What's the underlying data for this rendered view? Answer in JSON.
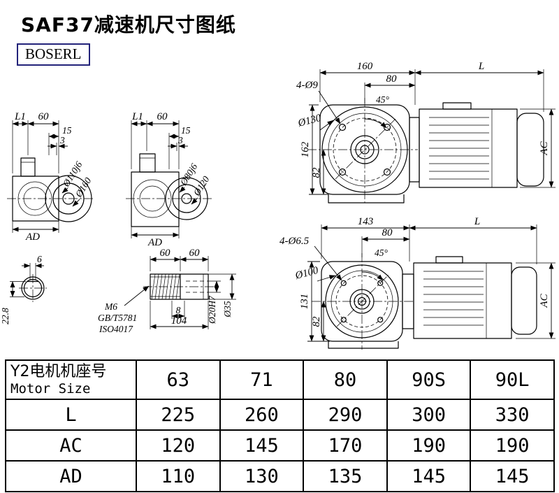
{
  "header": {
    "title": "SAF37减速机尺寸图纸",
    "logo": "BOSERL"
  },
  "views": {
    "side1": {
      "l1": "L1",
      "len60": "60",
      "len15": "15",
      "len3": "3",
      "bore": "Ø110j6",
      "flange": "Ø160",
      "ad": "AD"
    },
    "side2": {
      "l1": "L1",
      "len60": "60",
      "len15": "15",
      "len3": "3",
      "bore": "Ø80j6",
      "flange": "Ø120",
      "ad": "AD"
    },
    "front1": {
      "width": "160",
      "length": "L",
      "holes": "4-Ø9",
      "half": "80",
      "angle": "45°",
      "dia": "Ø130",
      "height": "162",
      "low": "82",
      "ac": "AC"
    },
    "front2": {
      "width": "143",
      "length": "L",
      "holes": "4-Ø6.5",
      "half": "80",
      "angle": "45°",
      "dia": "Ø100",
      "height": "131",
      "low": "82",
      "ac": "AC"
    },
    "shaftEnd": {
      "keyWidth": "6",
      "keyDepth": "22.8"
    },
    "shaft": {
      "seg1": "60",
      "seg2": "60",
      "thread": "M6",
      "std1": "GB/T5781",
      "std2": "ISO4017",
      "key": "8",
      "length": "104",
      "bore": "Ø20H7",
      "dia": "Ø35"
    }
  },
  "table": {
    "header": {
      "labelCn": "Y2电机机座号",
      "labelEn": "Motor Size",
      "values": [
        "63",
        "71",
        "80",
        "90S",
        "90L"
      ]
    },
    "rows": [
      {
        "label": "L",
        "values": [
          "225",
          "260",
          "290",
          "300",
          "330"
        ]
      },
      {
        "label": "AC",
        "values": [
          "120",
          "145",
          "170",
          "190",
          "190"
        ]
      },
      {
        "label": "AD",
        "values": [
          "110",
          "130",
          "135",
          "145",
          "145"
        ]
      }
    ]
  }
}
